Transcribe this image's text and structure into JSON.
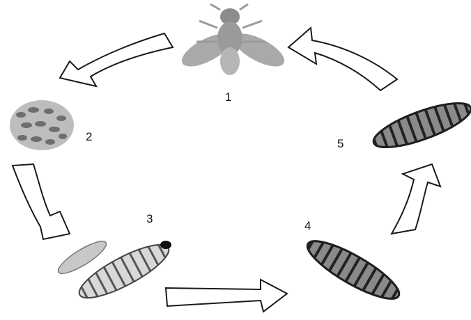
{
  "stages": [
    {
      "number": "1",
      "icon": "fly-icon"
    },
    {
      "number": "2",
      "icon": "egg-cluster-icon"
    },
    {
      "number": "3",
      "icon": "larvae-icon"
    },
    {
      "number": "4",
      "icon": "prepupa-icon"
    },
    {
      "number": "5",
      "icon": "pupa-icon"
    }
  ],
  "colors": {
    "fly": "#a9a9a9",
    "larva_light": "#c8c8c8",
    "larva_dark": "#2e2e2e",
    "arrow_stroke": "#1a1a1a",
    "arrow_fill": "#ffffff"
  }
}
